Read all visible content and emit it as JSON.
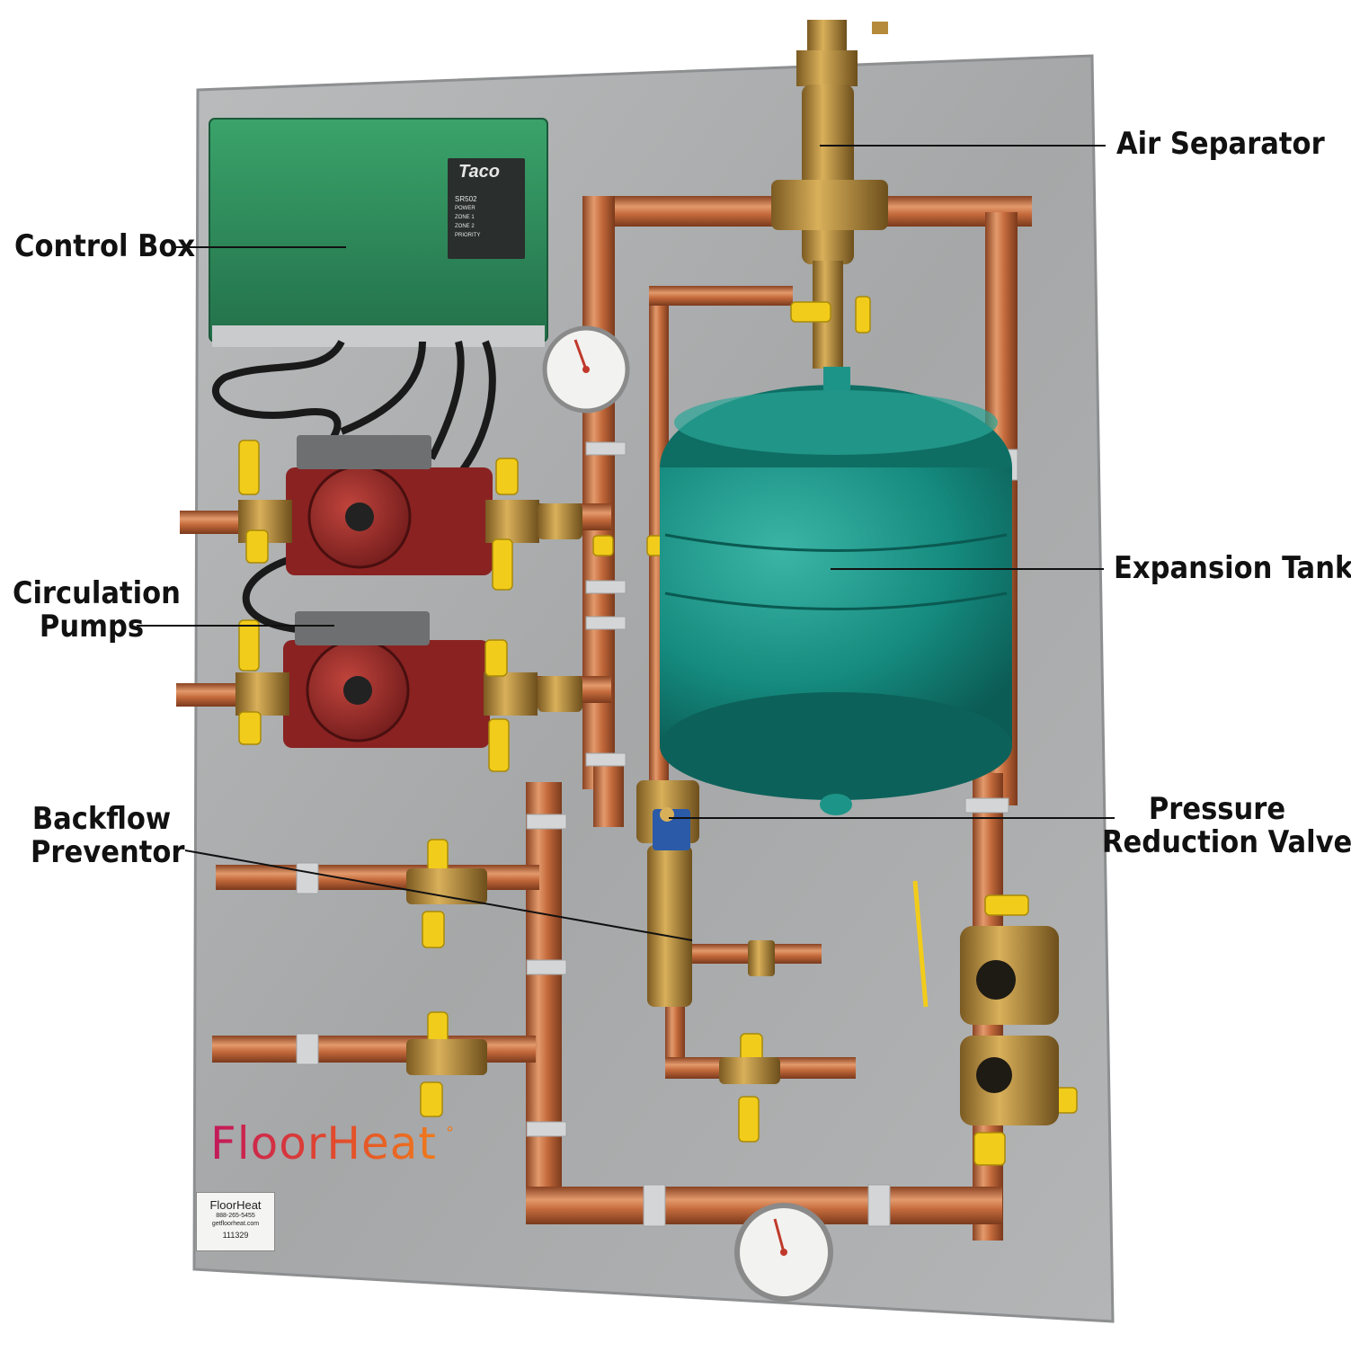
{
  "callouts": {
    "air_separator": "Air Separator",
    "control_box": "Control Box",
    "expansion_tank": "Expansion Tank",
    "circulation_pumps": [
      "Circulation",
      "Pumps"
    ],
    "pressure_reduction_valve": [
      "Pressure",
      "Reduction Valve"
    ],
    "backflow_preventor": [
      "Backflow",
      "Preventor"
    ]
  },
  "product": {
    "brand_logo": "FloorHeat",
    "sticker": {
      "name": "FloorHeat",
      "phone": "888-265-5455",
      "web": "getfloorheat.com",
      "serial": "111329"
    },
    "control_label": {
      "brand": "Taco",
      "model": "SR502",
      "lines": [
        "POWER",
        "ZONE 1",
        "ZONE 2",
        "PRIORITY"
      ]
    }
  },
  "colors": {
    "panel": "#a9abac",
    "control_box": "#2f8a58",
    "expansion_tank": "#158a7e",
    "copper": "#c46a3c",
    "brass": "#b58a3a",
    "pump": "#9a2a2a",
    "valve_handle": "#f2cc1a",
    "leader_line": "#111111"
  }
}
